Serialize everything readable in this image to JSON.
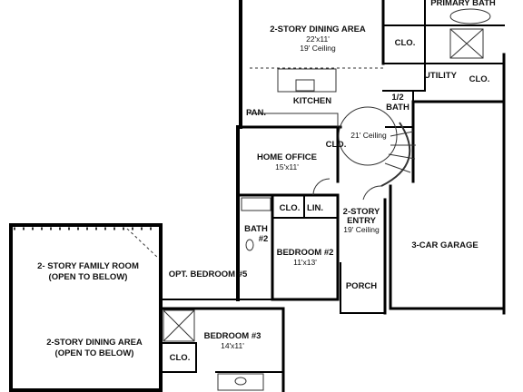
{
  "colors": {
    "wall": "#000000",
    "line": "#333333",
    "hatch": "#666666",
    "text": "#111111"
  },
  "labels": {
    "dining_upper": "2-STORY DINING AREA",
    "dining_upper_size": "22'x11'",
    "dining_upper_ceiling": "19' Ceiling",
    "primary_bath": "PRIMARY BATH",
    "closet_bath": "CLO.",
    "closet_utility": "CLO.",
    "utility": "UTILITY",
    "kitchen": "KITCHEN",
    "pantry": "PAN.",
    "half_bath_a": "1/2",
    "half_bath_b": "BATH",
    "rotunda_ceiling": "21' Ceiling",
    "closet_office": "CLO.",
    "home_office": "HOME OFFICE",
    "home_office_size": "15'x11'",
    "closet_bed2": "CLO.",
    "linen": "LIN.",
    "entry_a": "2-STORY",
    "entry_b": "ENTRY",
    "entry_ceiling": "19' Ceiling",
    "bath2_a": "BATH",
    "bath2_b": "#2",
    "bedroom2": "BEDROOM #2",
    "bedroom2_size": "11'x13'",
    "garage": "3-CAR GARAGE",
    "family_room_a": "2- STORY FAMILY ROOM",
    "family_room_b": "(OPEN TO BELOW)",
    "opt_bedroom5": "OPT. BEDROOM #5",
    "porch": "PORCH",
    "dining_lower_a": "2-STORY DINING AREA",
    "dining_lower_b": "(OPEN TO BELOW)",
    "bedroom3": "BEDROOM #3",
    "bedroom3_size": "14'x11'",
    "closet_bed3": "CLO."
  }
}
